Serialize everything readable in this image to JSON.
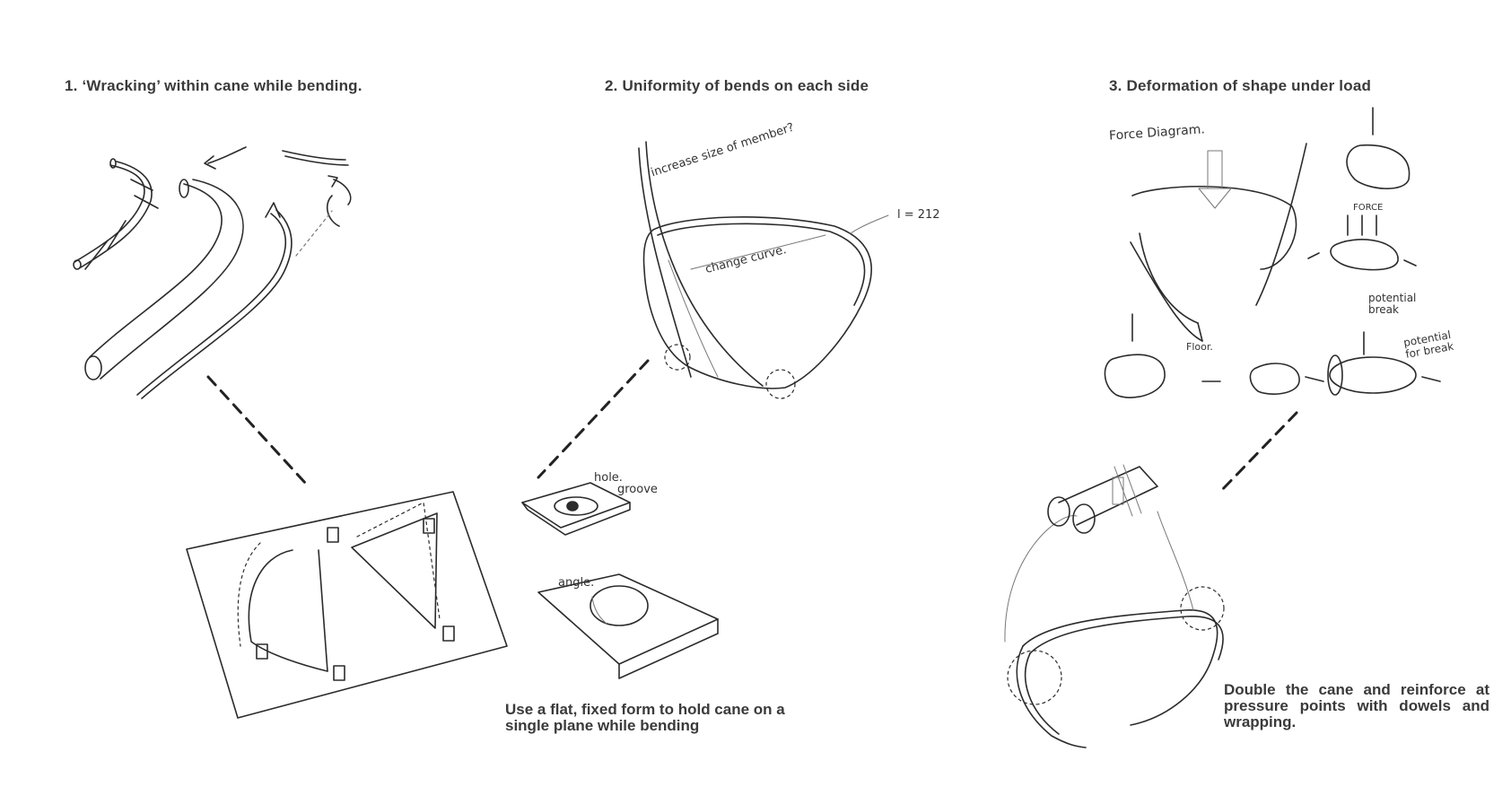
{
  "sections": [
    {
      "heading": "1. ‘Wracking’ within cane while bending.",
      "caption": "Use a flat, fixed form to hold cane on a single plane while bending"
    },
    {
      "heading": "2. Uniformity of bends on each side",
      "annotations": [
        "increase size of member?",
        "change curve.",
        "l = 212",
        "hole.",
        "groove",
        "angle."
      ]
    },
    {
      "heading": "3. Deformation of shape under load",
      "annotations": [
        "Force Diagram.",
        "FORCE",
        "potential break",
        "Floor.",
        "potential for break"
      ],
      "caption": "Double the cane and reinforce at pressure points with dowels and wrapping."
    }
  ]
}
